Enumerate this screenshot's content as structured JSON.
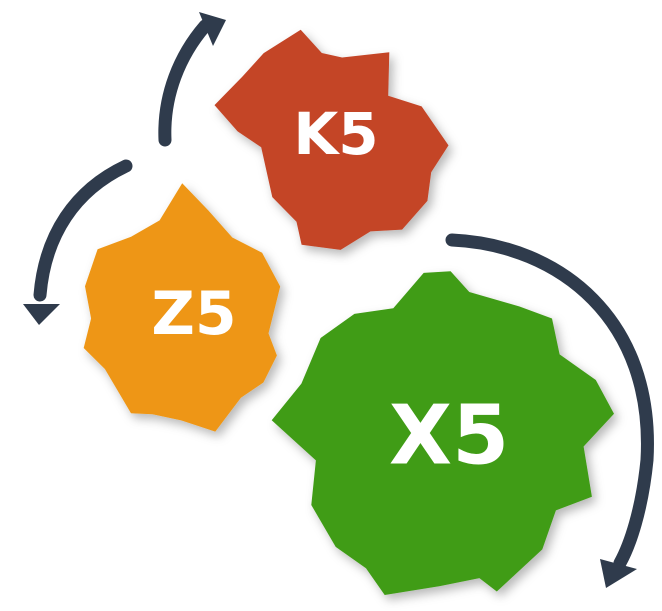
{
  "colors": {
    "background": "#ffffff",
    "arrow": "#2f3b4c"
  },
  "gears": [
    {
      "id": "k5",
      "label": "K5",
      "color": "#c44428",
      "teeth": 8
    },
    {
      "id": "z5",
      "label": "Z5",
      "color": "#ee9613",
      "teeth": 8
    },
    {
      "id": "x5",
      "label": "X5",
      "color": "#3f9c14",
      "teeth": 10
    }
  ],
  "arrows": [
    {
      "id": "top-left-arrow",
      "direction": "up"
    },
    {
      "id": "left-arrow",
      "direction": "down"
    },
    {
      "id": "right-arrow",
      "direction": "down"
    }
  ]
}
